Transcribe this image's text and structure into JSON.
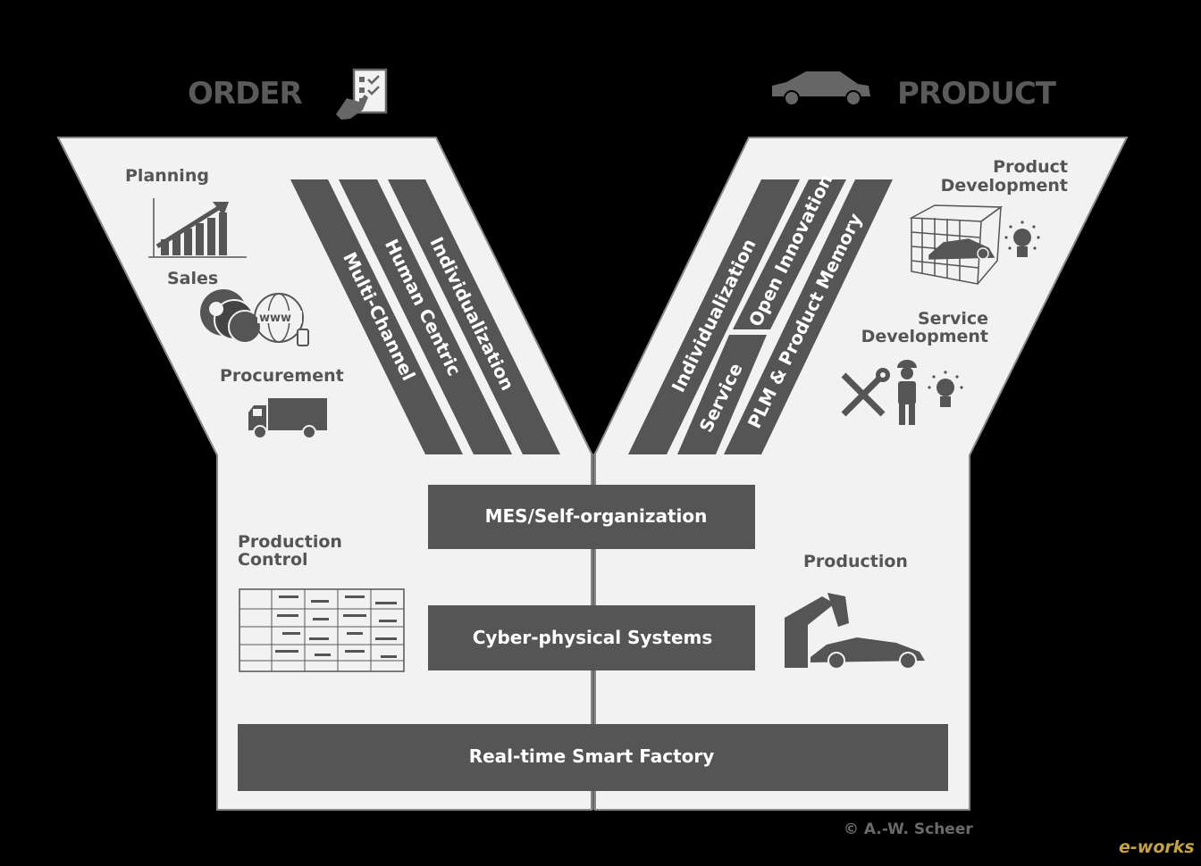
{
  "header": {
    "order": "ORDER",
    "product": "PRODUCT"
  },
  "left": {
    "labels": {
      "planning": "Planning",
      "sales": "Sales",
      "procurement": "Procurement"
    },
    "bands": [
      "Multi-Channel",
      "Human Centric",
      "Individualization"
    ]
  },
  "right": {
    "labels": {
      "product_dev_1": "Product",
      "product_dev_2": "Development",
      "service_dev_1": "Service",
      "service_dev_2": "Development"
    },
    "bands": {
      "individualization": "Individualization",
      "open_innovation": "Open Innovation",
      "service": "Service",
      "plm": "PLM & Product Memory"
    }
  },
  "bottom": {
    "production_control_1": "Production",
    "production_control_2": "Control",
    "production": "Production",
    "mes": "MES/Self-organization",
    "cps": "Cyber-physical Systems",
    "smart_factory": "Real-time Smart Factory"
  },
  "copyright": "© A.-W. Scheer",
  "watermark": "e-works",
  "icons": [
    "checklist-hand-icon",
    "car-icon",
    "growth-chart-icon",
    "customer-globe-icon",
    "truck-icon",
    "3d-car-model-icon",
    "lightbulb-icon",
    "tools-icon",
    "worker-icon",
    "schedule-table-icon",
    "robot-arm-car-icon"
  ],
  "colors": {
    "background": "#000000",
    "panel": "#f2f2f2",
    "band": "#555555",
    "text": "#555555"
  }
}
